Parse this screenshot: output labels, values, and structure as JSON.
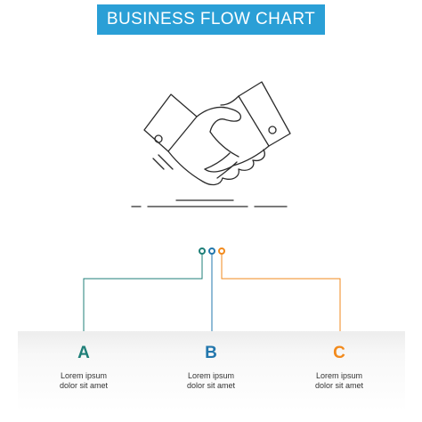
{
  "header": {
    "title": "BUSINESS FLOW CHART"
  },
  "colors": {
    "title_bg": "#2a9fd6",
    "teal": "#1f7f78",
    "blue": "#2377ad",
    "orange": "#f28a1c",
    "icon_stroke": "#2b2b2b"
  },
  "icon": {
    "name": "handshake-icon"
  },
  "steps": [
    {
      "letter": "A",
      "line1": "Lorem ipsum",
      "line2": "dolor sit amet"
    },
    {
      "letter": "B",
      "line1": "Lorem ipsum",
      "line2": "dolor sit amet"
    },
    {
      "letter": "C",
      "line1": "Lorem ipsum",
      "line2": "dolor sit amet"
    }
  ]
}
